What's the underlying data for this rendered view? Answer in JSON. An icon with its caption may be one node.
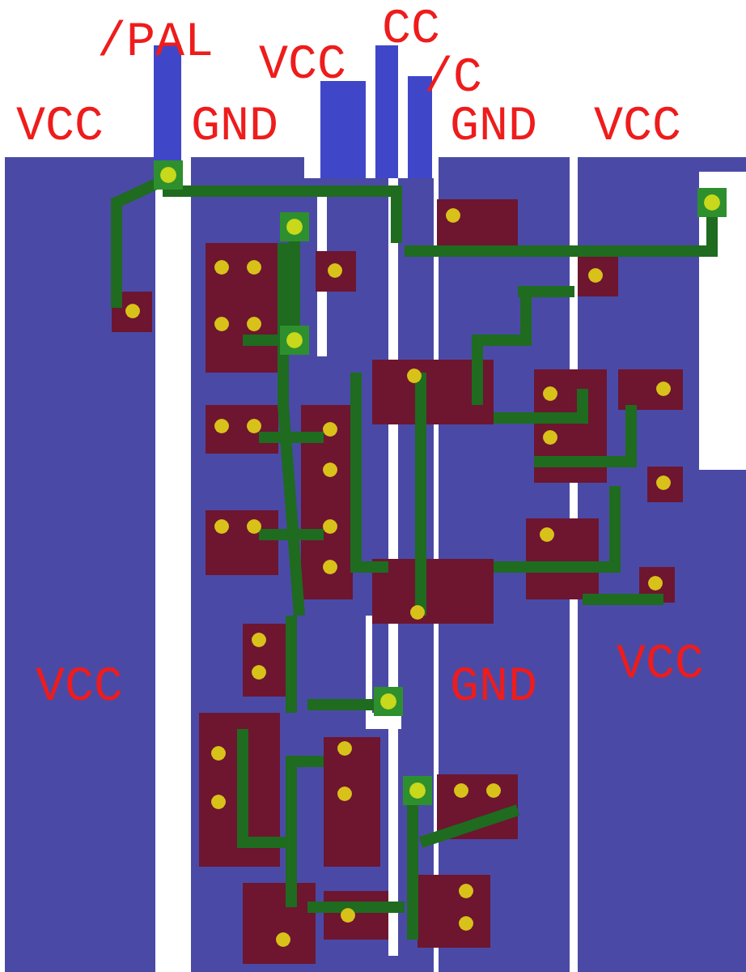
{
  "diagram": {
    "labels": [
      "/PAL",
      "CC",
      "VCC",
      "/C",
      "VCC",
      "GND",
      "GND",
      "VCC",
      "VCC",
      "GND",
      "VCC"
    ]
  }
}
